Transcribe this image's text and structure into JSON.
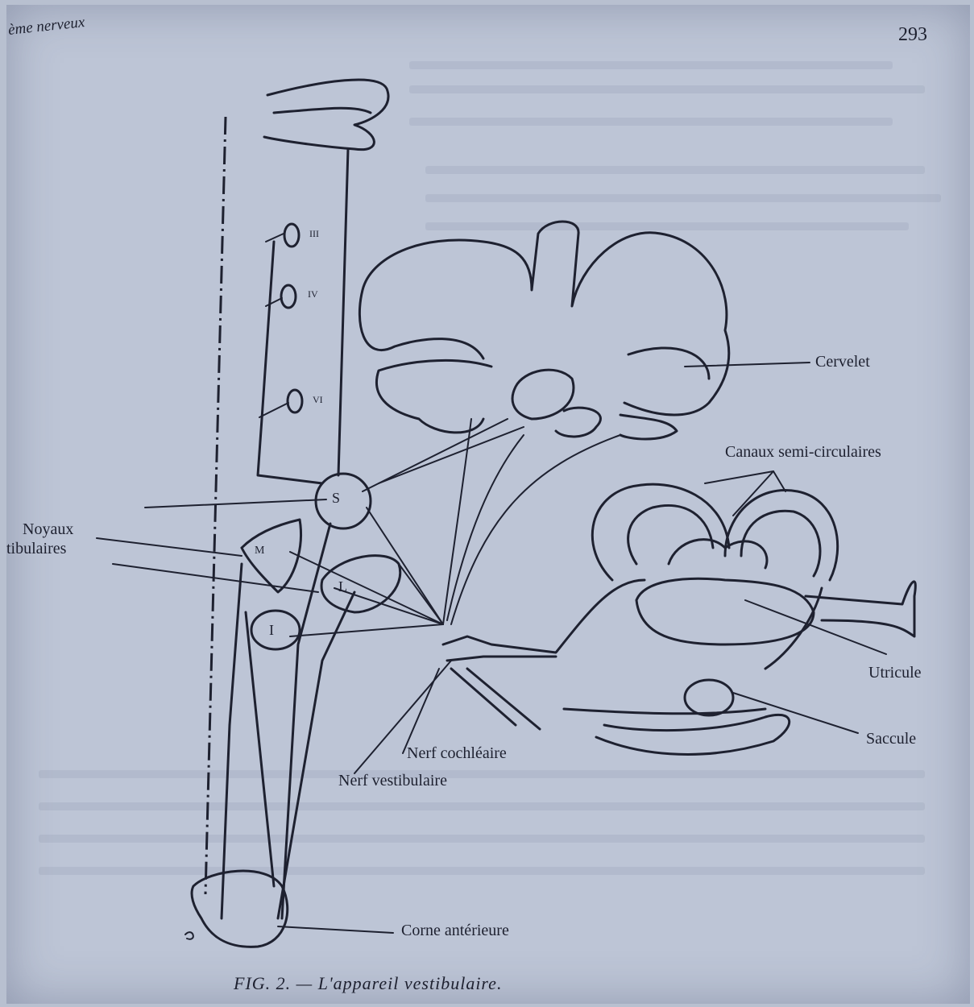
{
  "header": {
    "running_title": "ème nerveux",
    "page_number": "293"
  },
  "labels": {
    "cervelet": "Cervelet",
    "canaux": "Canaux semi-circulaires",
    "noyaux_line1": "Noyaux",
    "noyaux_line2": "tibulaires",
    "utricule": "Utricule",
    "saccule": "Saccule",
    "nerf_cochleaire": "Nerf cochléaire",
    "nerf_vestibulaire": "Nerf vestibulaire",
    "corne_anterieure": "Corne antérieure",
    "nucleus_s": "S",
    "nucleus_m": "M",
    "nucleus_l": "L",
    "nucleus_i": "I",
    "oculomotor_3": "III",
    "oculomotor_4": "IV",
    "oculomotor_6": "VI"
  },
  "caption": "FIG. 2. — L'appareil vestibulaire."
}
